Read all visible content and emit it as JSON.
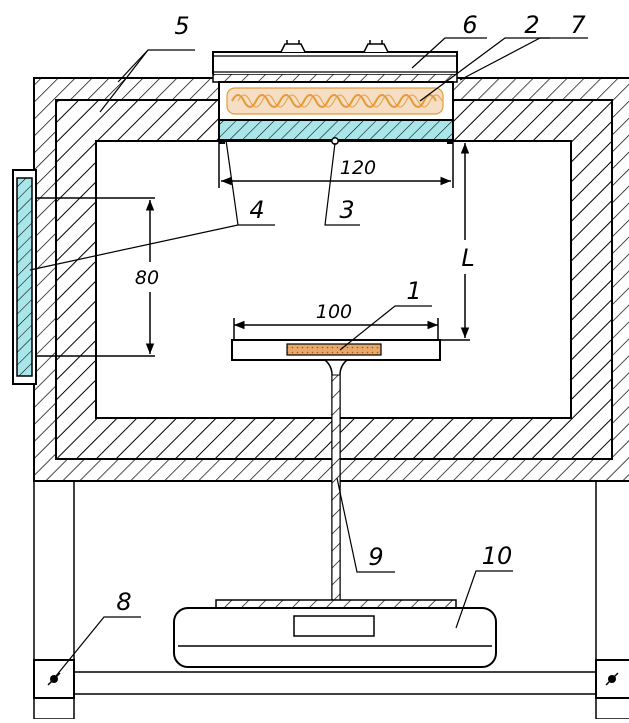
{
  "labels": {
    "l1": "1",
    "l2": "2",
    "l3": "3",
    "l4": "4",
    "l5": "5",
    "l6": "6",
    "l7": "7",
    "l8": "8",
    "l9": "9",
    "l10": "10"
  },
  "dimensions": {
    "heater_width": "120",
    "sample_width": "100",
    "window_height": "80",
    "distance": "L"
  },
  "colors": {
    "stroke": "#000000",
    "glass": "#a9e6ea",
    "heater": "#f5dec4",
    "heater_coil": "#e59a3a",
    "sample": "#e8a86a"
  }
}
